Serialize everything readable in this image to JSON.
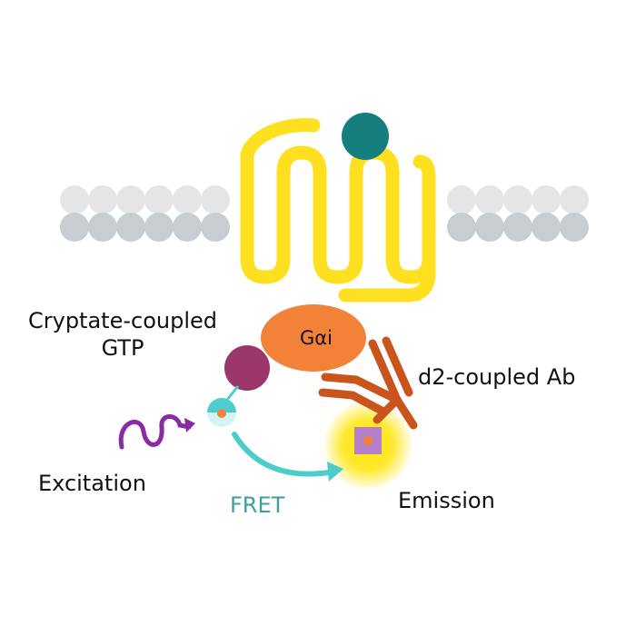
{
  "labels": {
    "galpha": "Gαi",
    "cryptate_line1": "Cryptate-coupled",
    "cryptate_line2": "GTP",
    "d2": "d2-coupled Ab",
    "excitation": "Excitation",
    "fret": "FRET",
    "emission": "Emission"
  },
  "colors": {
    "receptor": "#fee021",
    "ligand": "#157f80",
    "membrane_top": "#e5e5e5",
    "membrane_bottom": "#c7cdd0",
    "galpha": "#f28238",
    "cryptate": "#9c3869",
    "gtp_donor": "#4ccfcc",
    "antibody": "#c9541c",
    "acceptor": "#b67fc6",
    "glow": "#fde50a",
    "excitation": "#8a2ba4",
    "fret_arrow": "#4dccc9"
  }
}
